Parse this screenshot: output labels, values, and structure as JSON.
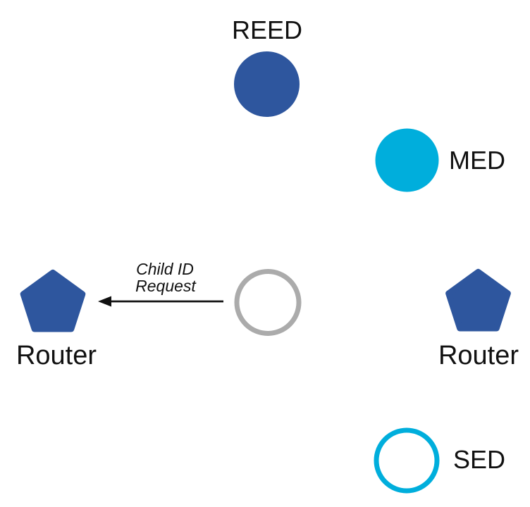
{
  "diagram": {
    "type": "network-topology",
    "colors": {
      "node_blue": "#2E569E",
      "node_cyan": "#00AEDC",
      "joiner_gray": "#ABABAB",
      "arrow": "#111111",
      "text": "#111111",
      "background": "#FFFFFF"
    },
    "nodes": [
      {
        "id": "reed",
        "label": "REED",
        "shape": "filled-circle",
        "color": "#2E569E"
      },
      {
        "id": "med",
        "label": "MED",
        "shape": "filled-circle",
        "color": "#00AEDC"
      },
      {
        "id": "router-left",
        "label": "Router",
        "shape": "pentagon",
        "color": "#2E569E"
      },
      {
        "id": "joiner",
        "label": "",
        "shape": "outlined-circle",
        "color": "#ABABAB"
      },
      {
        "id": "router-right",
        "label": "Router",
        "shape": "pentagon",
        "color": "#2E569E"
      },
      {
        "id": "sed",
        "label": "SED",
        "shape": "outlined-circle",
        "color": "#00AEDC"
      }
    ],
    "message": {
      "line1": "Child ID",
      "line2": "Request",
      "from": "joiner",
      "to": "router-left"
    }
  }
}
